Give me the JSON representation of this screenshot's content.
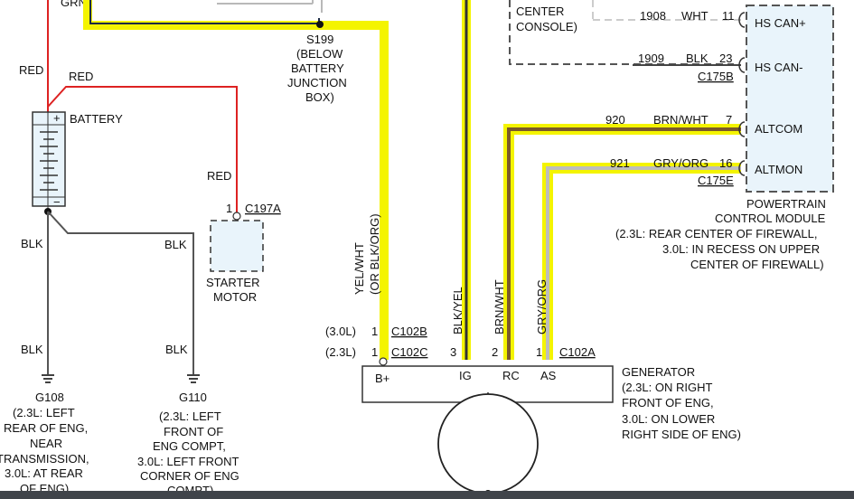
{
  "colors": {
    "yellow": "#f4f400",
    "red": "#dd2222",
    "dark": "#3e3e3e",
    "brown": "#7a5a2a",
    "gray": "#bdbdbd",
    "module_fill": "#e9f4fb",
    "navy": "#1b2a44"
  },
  "top": {
    "grn": "GRN",
    "center_console": [
      "CENTER",
      "CONSOLE)"
    ]
  },
  "s199": {
    "label": "S199",
    "desc": [
      "(BELOW",
      "BATTERY",
      "JUNCTION",
      "BOX)"
    ]
  },
  "battery": {
    "label": "BATTERY",
    "plus": "+",
    "minus": "−",
    "wire_red_1": "RED",
    "wire_red_2": "RED",
    "wire_blk_1": "BLK",
    "wire_blk_2": "BLK"
  },
  "starter": {
    "label": [
      "STARTER",
      "MOTOR"
    ],
    "pin": "1",
    "connector": "C197A",
    "wire": "RED"
  },
  "ground_g108": {
    "wire": "BLK",
    "label": "G108",
    "desc": [
      "(2.3L: LEFT",
      "REAR OF ENG,",
      "NEAR",
      "TRANSMISSION,",
      "3.0L: AT REAR",
      "OF ENG)"
    ]
  },
  "ground_g110": {
    "wire": "BLK",
    "label": "G110",
    "desc": [
      "(2.3L: LEFT",
      "FRONT OF",
      "ENG COMPT,",
      "3.0L: LEFT FRONT",
      "CORNER OF ENG",
      "COMPT)"
    ]
  },
  "vertical_labels": {
    "b_plus": "YEL/WHT",
    "b_plus_alt": "(OR BLK/ORG)",
    "ig": "BLK/YEL",
    "rc": "BRN/WHT",
    "as": "GRY/ORG"
  },
  "generator": {
    "label": "GENERATOR",
    "desc": [
      "(2.3L: ON RIGHT",
      "FRONT OF ENG,",
      "3.0L: ON LOWER",
      "RIGHT SIDE OF ENG)"
    ],
    "terminals": [
      "B+",
      "IG",
      "RC",
      "AS"
    ],
    "conn_30_engine": "(3.0L)",
    "conn_30_pin": "1",
    "conn_30": "C102B",
    "conn_23_engine": "(2.3L)",
    "conn_23_pin": "1",
    "conn_23": "C102C",
    "pin_ig": "3",
    "pin_rc": "2",
    "pin_as": "1",
    "conn_a": "C102A"
  },
  "pcm": {
    "rows": [
      {
        "circuit": "1908",
        "color": "WHT",
        "pin": "11",
        "name": "HS CAN+"
      },
      {
        "circuit": "1909",
        "color": "BLK",
        "pin": "23",
        "name": "HS CAN-"
      },
      {
        "circuit": "920",
        "color": "BRN/WHT",
        "pin": "7",
        "name": "ALTCOM"
      },
      {
        "circuit": "921",
        "color": "GRY/ORG",
        "pin": "16",
        "name": "ALTMON"
      }
    ],
    "conn_b": "C175B",
    "conn_e": "C175E",
    "title": [
      "POWERTRAIN",
      "CONTROL MODULE"
    ],
    "desc": [
      "(2.3L: REAR CENTER OF FIREWALL,",
      "3.0L: IN RECESS ON UPPER",
      "CENTER OF FIREWALL)"
    ]
  }
}
